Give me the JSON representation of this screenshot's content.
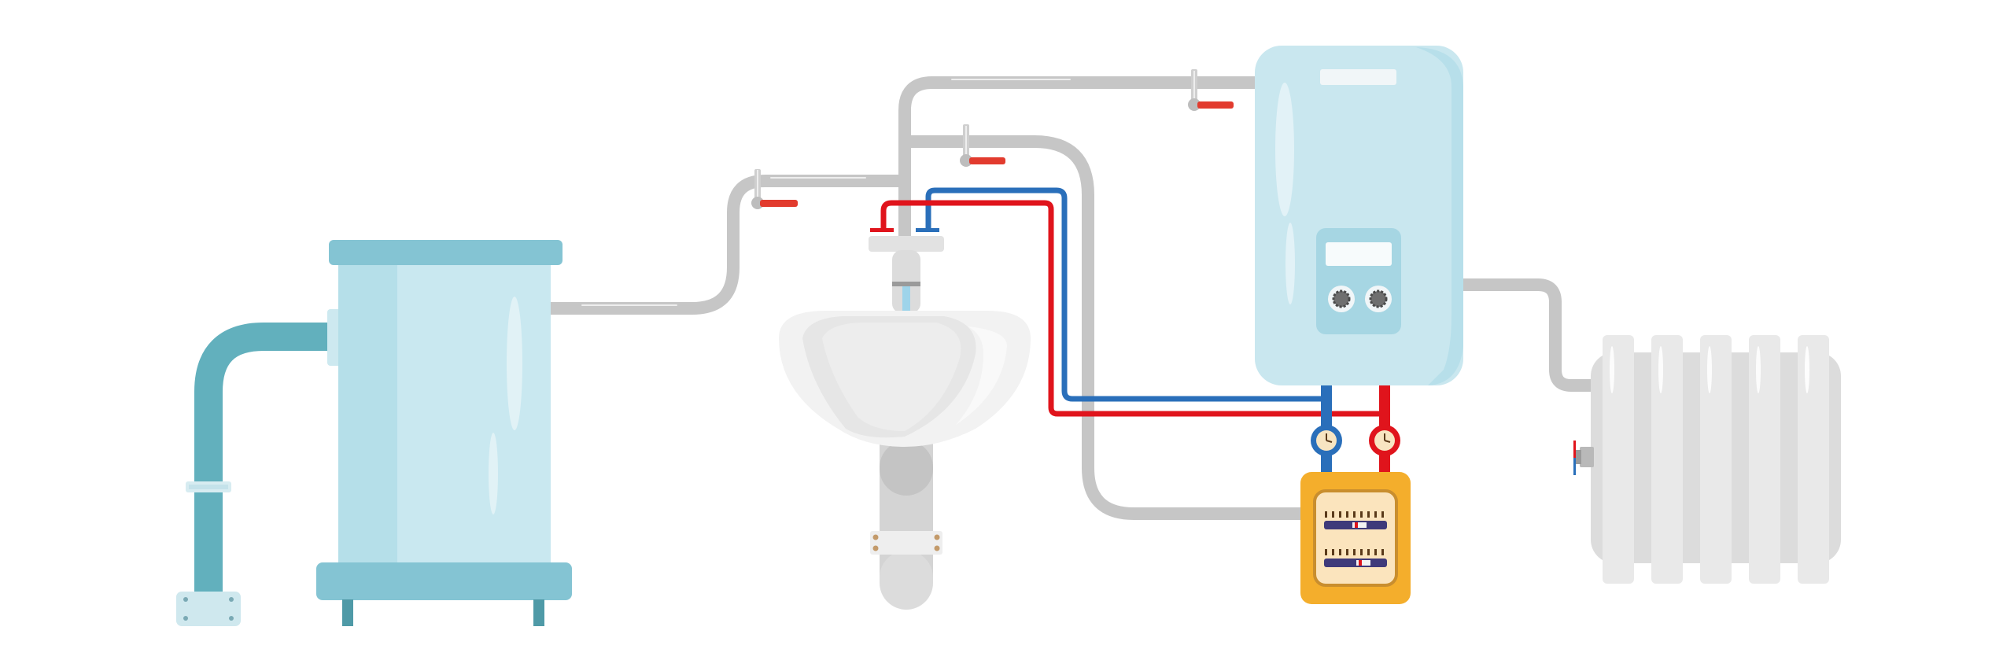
{
  "diagram": {
    "components": [
      {
        "id": "supply-pipe",
        "icon": "inlet-pipe-icon"
      },
      {
        "id": "water-tank",
        "icon": "water-tank-icon"
      },
      {
        "id": "sink",
        "icon": "washbasin-icon"
      },
      {
        "id": "boiler",
        "icon": "wall-boiler-icon"
      },
      {
        "id": "water-meter-box",
        "icon": "water-meter-icon"
      },
      {
        "id": "radiator",
        "icon": "radiator-icon"
      }
    ],
    "valves": [
      {
        "id": "valve-1",
        "icon": "ball-valve-icon"
      },
      {
        "id": "valve-2",
        "icon": "ball-valve-icon"
      },
      {
        "id": "valve-3",
        "icon": "ball-valve-icon"
      }
    ]
  },
  "colors": {
    "background": "#ffffff",
    "gray_pipe": "#c6c6c6",
    "cold_pipe": "#2a6fba",
    "hot_pipe": "#e0141c",
    "valve_handle": "#e23b2e",
    "tank_body": "#b5dfe9",
    "tank_body_light": "#c9e8f0",
    "tank_cap": "#84c4d3",
    "inlet_pipe": "#62b0bd",
    "boiler_body": "#c9e7ef",
    "boiler_panel": "#a6d6e3",
    "meter_box": "#f4ae2c",
    "meter_inner": "#fbe4bd",
    "sink": "#ececec",
    "sink_shadow": "#dadada",
    "radiator": "#e9e9e9",
    "radiator_back": "#dcdcdc"
  }
}
